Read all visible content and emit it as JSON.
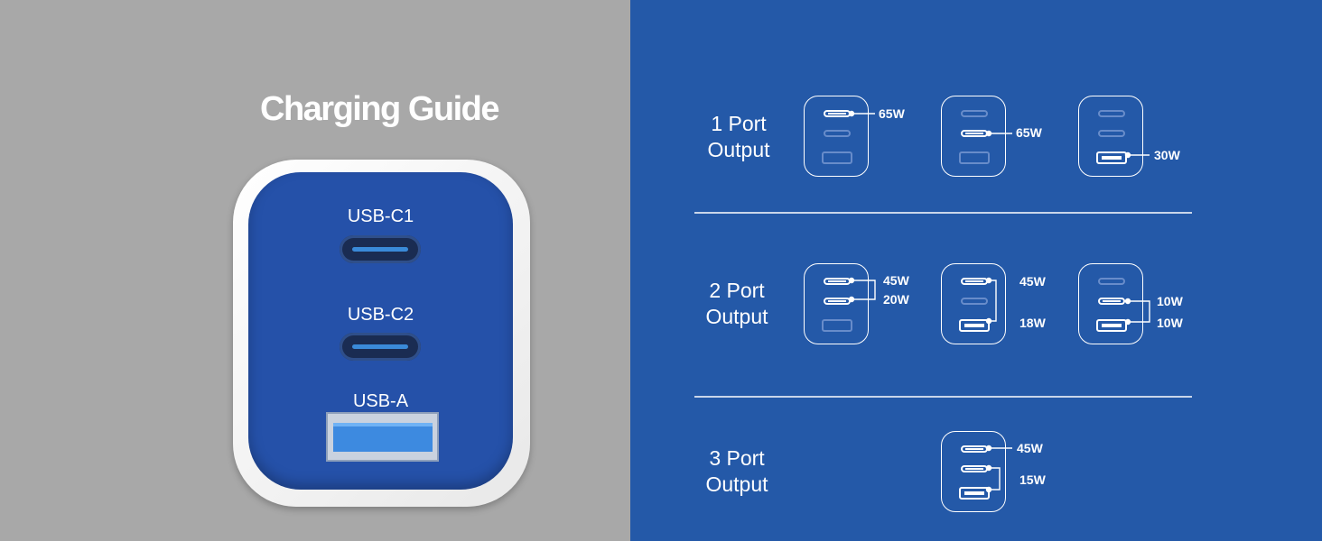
{
  "guide_title": "Charging Guide",
  "ports": {
    "c1": "USB-C1",
    "c2": "USB-C2",
    "a": "USB-A"
  },
  "sections": [
    {
      "line1": "1 Port",
      "line2": "Output"
    },
    {
      "line1": "2 Port",
      "line2": "Output"
    },
    {
      "line1": "3 Port",
      "line2": "Output"
    }
  ],
  "watts": {
    "s1": [
      "65W",
      "65W",
      "30W"
    ],
    "s2": [
      "45W",
      "20W",
      "45W",
      "18W",
      "10W",
      "10W"
    ],
    "s3": [
      "45W",
      "15W"
    ]
  },
  "colors": {
    "left_bg": "#a8a8a8",
    "right_bg": "#2459a8",
    "charger_face": "#2551a9"
  }
}
